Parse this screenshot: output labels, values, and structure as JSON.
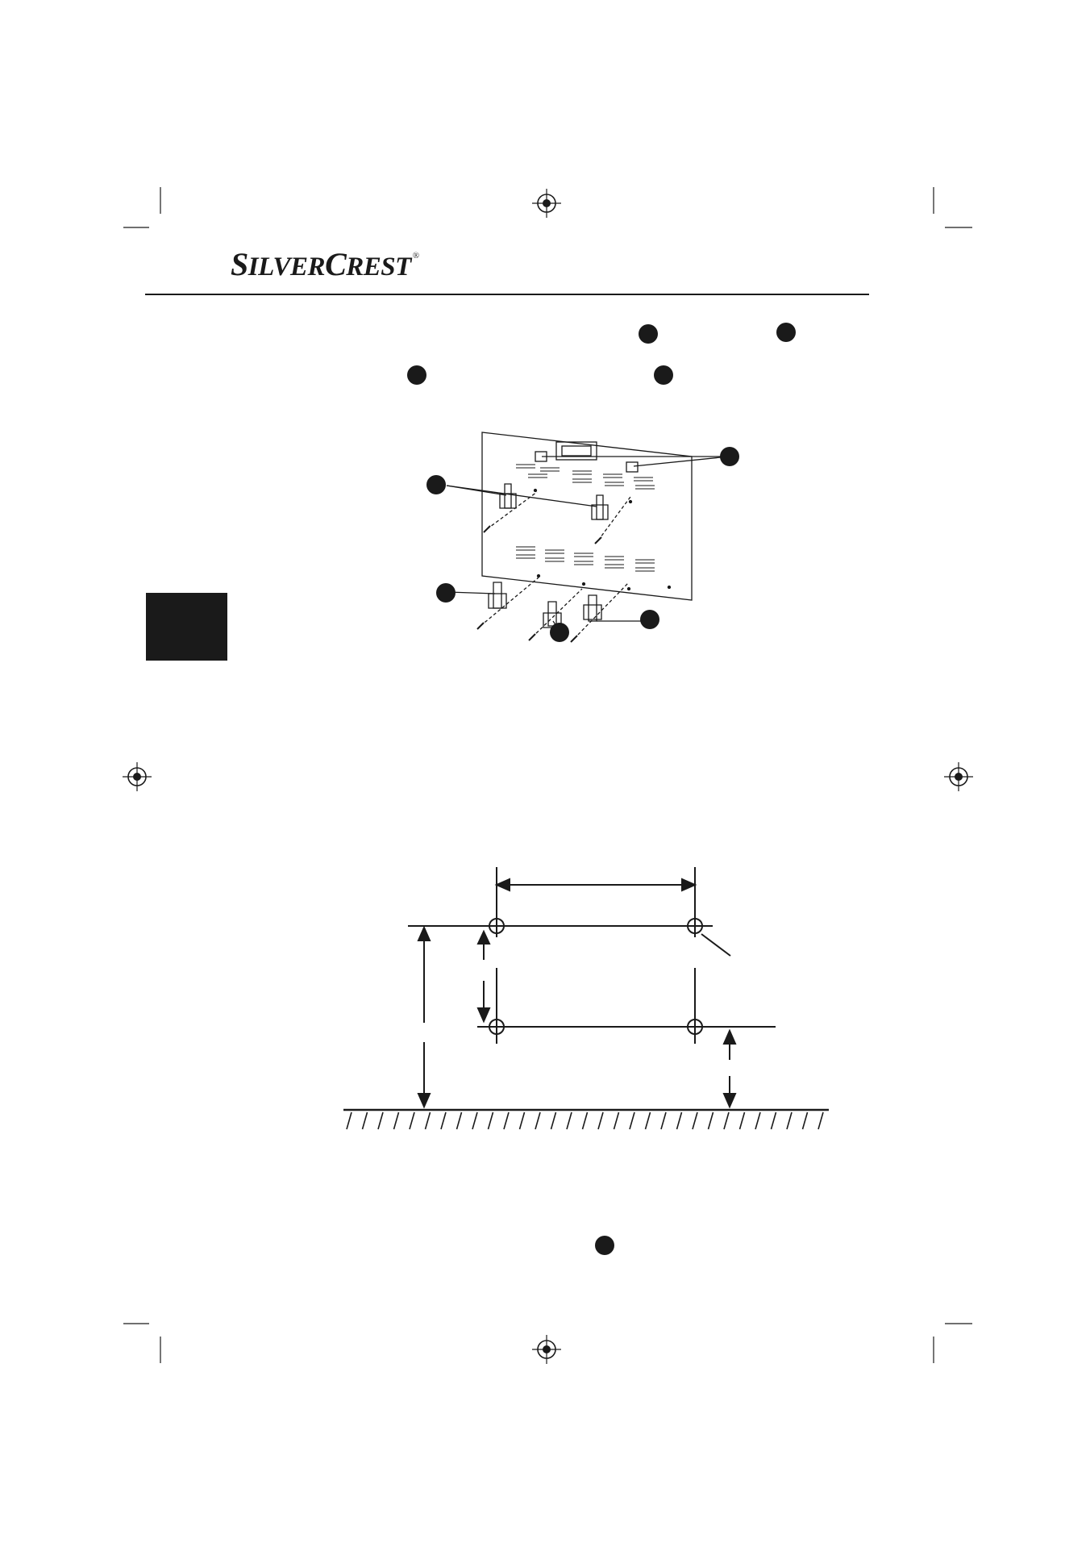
{
  "brand": {
    "name_part1_initial": "S",
    "name_part1_rest": "ILVER",
    "name_part2_initial": "C",
    "name_part2_rest": "REST",
    "registered_mark": "®"
  },
  "colors": {
    "ink": "#1a1a1a",
    "paper": "#ffffff"
  },
  "icons": {
    "registration_marks": "crosshair-circle-icon",
    "reference_dots": "filled-circle-icon"
  }
}
